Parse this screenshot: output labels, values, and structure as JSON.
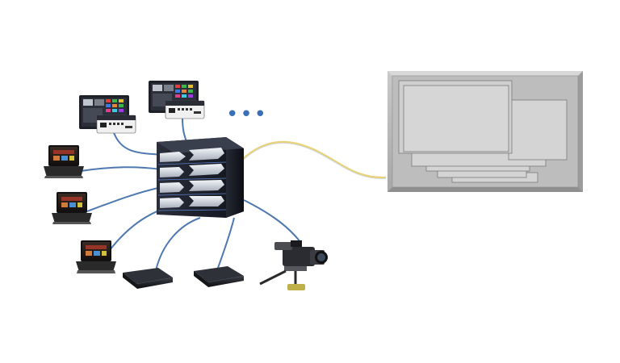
{
  "diagram": {
    "more_indicator": "•••",
    "colors": {
      "cable": "#4e79b0",
      "fiber": "#e8d27a",
      "display_frame": "#bdbdbd",
      "window_fill": "#cfcfcf",
      "server_dark": "#1c1f2a",
      "server_light": "#dfe3ea"
    },
    "nodes": [
      {
        "id": "control-panel-1",
        "icon": "control-panel-icon"
      },
      {
        "id": "control-panel-2",
        "icon": "control-panel-icon"
      },
      {
        "id": "laptop-1",
        "icon": "laptop-icon"
      },
      {
        "id": "laptop-2",
        "icon": "laptop-icon"
      },
      {
        "id": "laptop-3",
        "icon": "laptop-icon"
      },
      {
        "id": "decoder-box-1",
        "icon": "set-top-box-icon"
      },
      {
        "id": "decoder-box-2",
        "icon": "set-top-box-icon"
      },
      {
        "id": "video-camera",
        "icon": "camera-icon"
      },
      {
        "id": "processor-server",
        "icon": "server-icon"
      },
      {
        "id": "video-wall-display",
        "icon": "display-icon"
      }
    ]
  }
}
